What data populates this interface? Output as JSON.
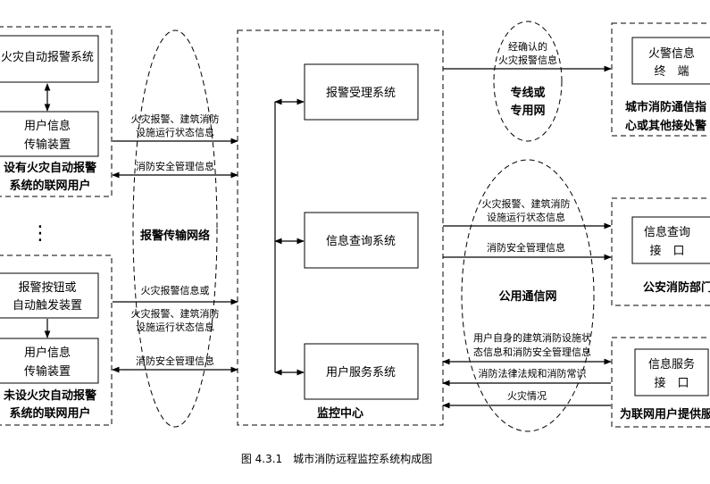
{
  "left_top": {
    "box_auto_alarm": "火灾自动报警系统",
    "box_transmit_1": "用户信息",
    "box_transmit_2": "传输装置",
    "label_1": "设有火灾自动报警",
    "label_2": "系统的联网用户"
  },
  "left_dots": "⋮",
  "left_bottom": {
    "box_button_1": "报警按钮或",
    "box_button_2": "自动触发装置",
    "box_transmit_1": "用户信息",
    "box_transmit_2": "传输装置",
    "label_1": "未设火灾自动报警",
    "label_2": "系统的联网用户"
  },
  "left_arrows": {
    "a1_1": "火灾报警、建筑消防",
    "a1_2": "设施运行状态信息",
    "a2": "消防安全管理信息",
    "a3": "火灾报警信息或",
    "a4_1": "火灾报警、建筑消防",
    "a4_2": "设施运行状态信息",
    "a5": "消防安全管理信息"
  },
  "network_left": "报警传输网络",
  "center": {
    "alarm_system": "报警受理系统",
    "query_system": "信息查询系统",
    "service_system": "用户服务系统",
    "label": "监控中心"
  },
  "right_top": {
    "arrow_1": "经确认的",
    "arrow_2": "火灾报警信息",
    "network_1": "专线或",
    "network_2": "专用网",
    "box_1": "火警信息",
    "box_2": "终　端",
    "label_1": "城市消防通信指",
    "label_2": "心或其他接处警"
  },
  "right_mid": {
    "arrow_1a": "火灾报警、建筑消防",
    "arrow_1b": "设施运行状态信息",
    "arrow_2": "消防安全管理信息",
    "network": "公用通信网",
    "box_1": "信息查询",
    "box_2": "接　口",
    "label": "公安消防部门"
  },
  "right_bot": {
    "arrow_1a": "用户自身的建筑消防设施状",
    "arrow_1b": "态信息和消防安全管理信息",
    "arrow_2": "消防法律法规和消防常识",
    "arrow_3": "火灾情况",
    "box_1": "信息服务",
    "box_2": "接　口",
    "label": "为联网用户提供服务"
  },
  "caption": "图 4.3.1　城市消防远程监控系统构成图"
}
